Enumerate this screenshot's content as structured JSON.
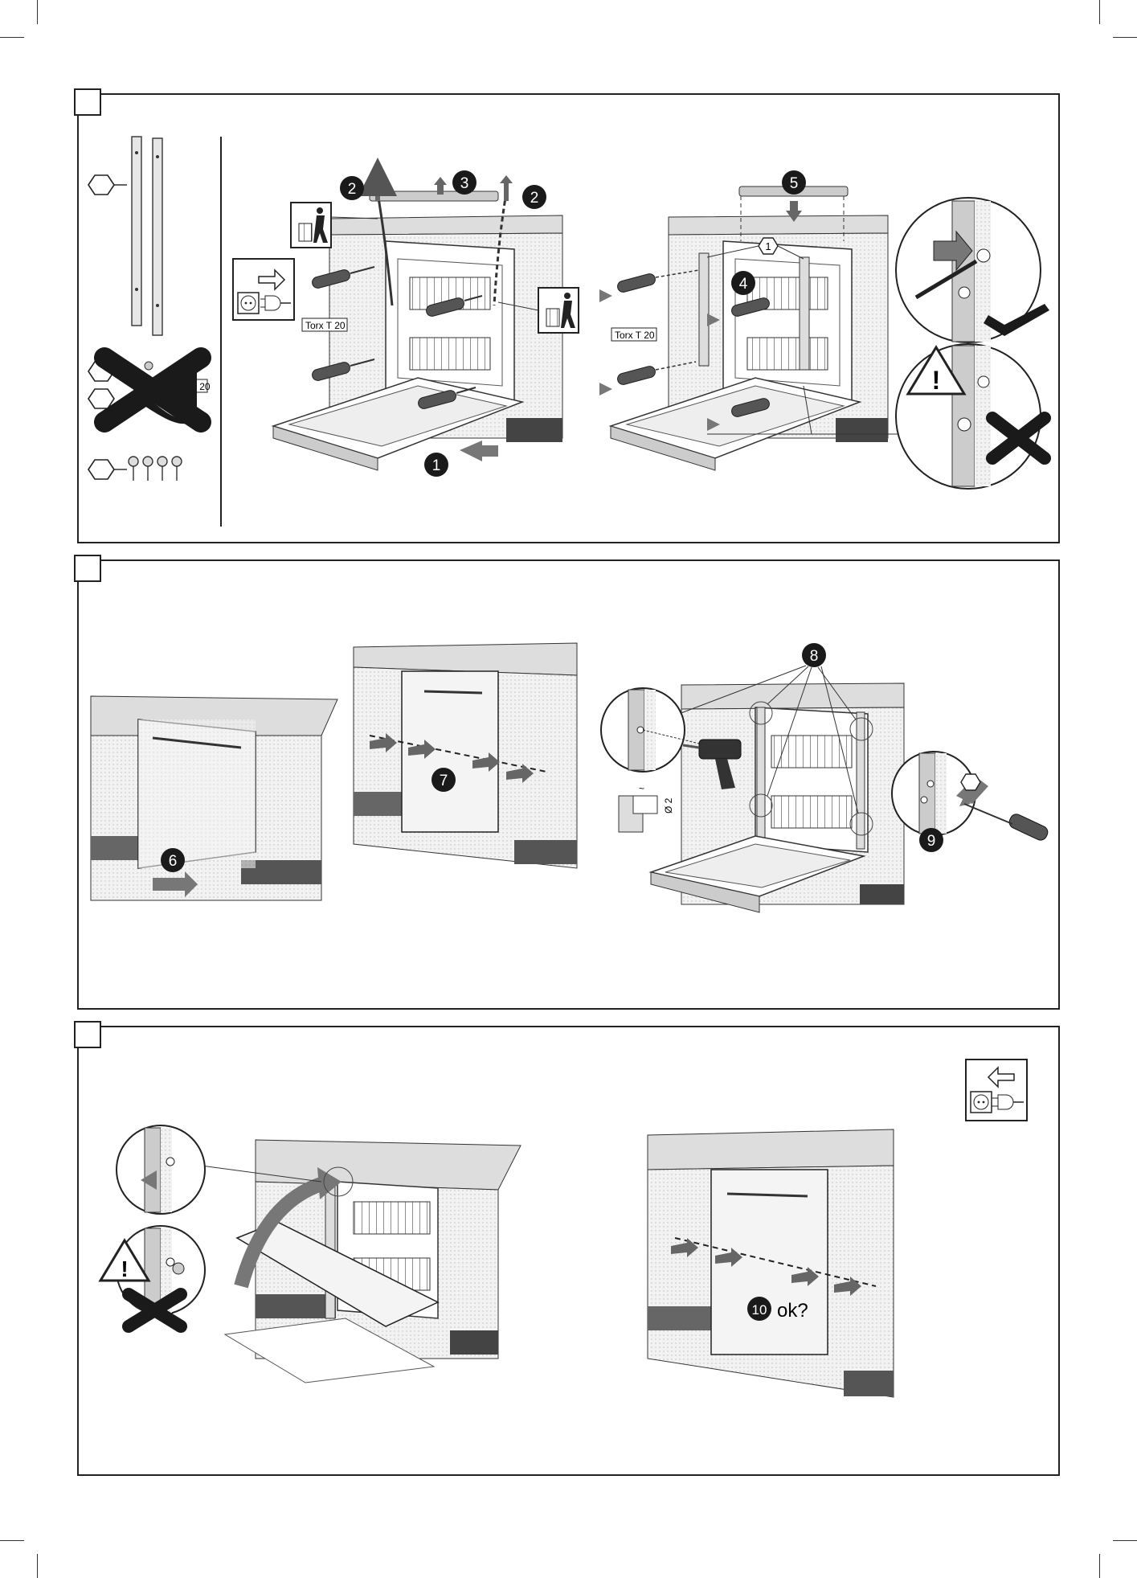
{
  "labels": {
    "torx_left": "Torx T 20",
    "torx_right": "Torx T 20",
    "torx_crossed": "Torx T 20",
    "ok_check": "ok?",
    "dimension_d2": "Ø 2",
    "dimension_tilde": "~"
  },
  "steps": {
    "s1": "1",
    "s2a": "2",
    "s2b": "2",
    "s3": "3",
    "s4": "4",
    "s5": "5",
    "s6": "6",
    "s7": "7",
    "s8": "8",
    "s9": "9",
    "s10": "10",
    "hex1": "1"
  },
  "colors": {
    "line": "#222222",
    "gray_light": "#d9d9d9",
    "gray_mid": "#8c8c8c",
    "gray_dark": "#4a4a4a",
    "badge": "#1a1a1a"
  },
  "icons": [
    "recycle-bin-icon",
    "unplug-icon",
    "plug-in-icon",
    "warning-icon",
    "cross-mark-icon",
    "check-mark-icon",
    "screwdriver-icon",
    "drill-icon"
  ]
}
